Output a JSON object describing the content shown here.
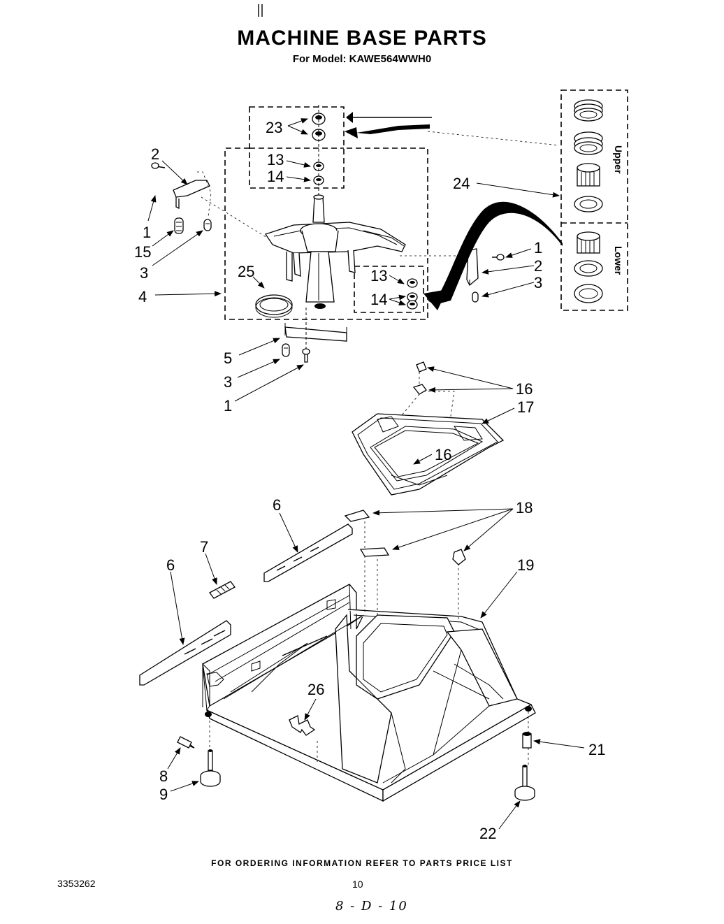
{
  "header": {
    "title": "MACHINE BASE PARTS",
    "subtitle": "For Model: KAWE564WWH0"
  },
  "inset": {
    "upper_label": "Upper",
    "lower_label": "Lower"
  },
  "callouts": {
    "c23": "23",
    "c13a": "13",
    "c14a": "14",
    "c2a": "2",
    "c1a": "1",
    "c15": "15",
    "c3a": "3",
    "c4": "4",
    "c25": "25",
    "c13b": "13",
    "c14b": "14",
    "c24": "24",
    "c1b": "1",
    "c2b": "2",
    "c3b": "3",
    "c5": "5",
    "c3c": "3",
    "c1c": "1",
    "c16a": "16",
    "c17": "17",
    "c16b": "16",
    "c6a": "6",
    "c18": "18",
    "c7": "7",
    "c6b": "6",
    "c19": "19",
    "c26": "26",
    "c21": "21",
    "c8": "8",
    "c9": "9",
    "c22": "22"
  },
  "footer": {
    "ordering_note": "FOR ORDERING INFORMATION REFER TO PARTS PRICE LIST",
    "doc_number": "3353262",
    "page_number": "10",
    "handwritten": "8 - D - 10"
  }
}
